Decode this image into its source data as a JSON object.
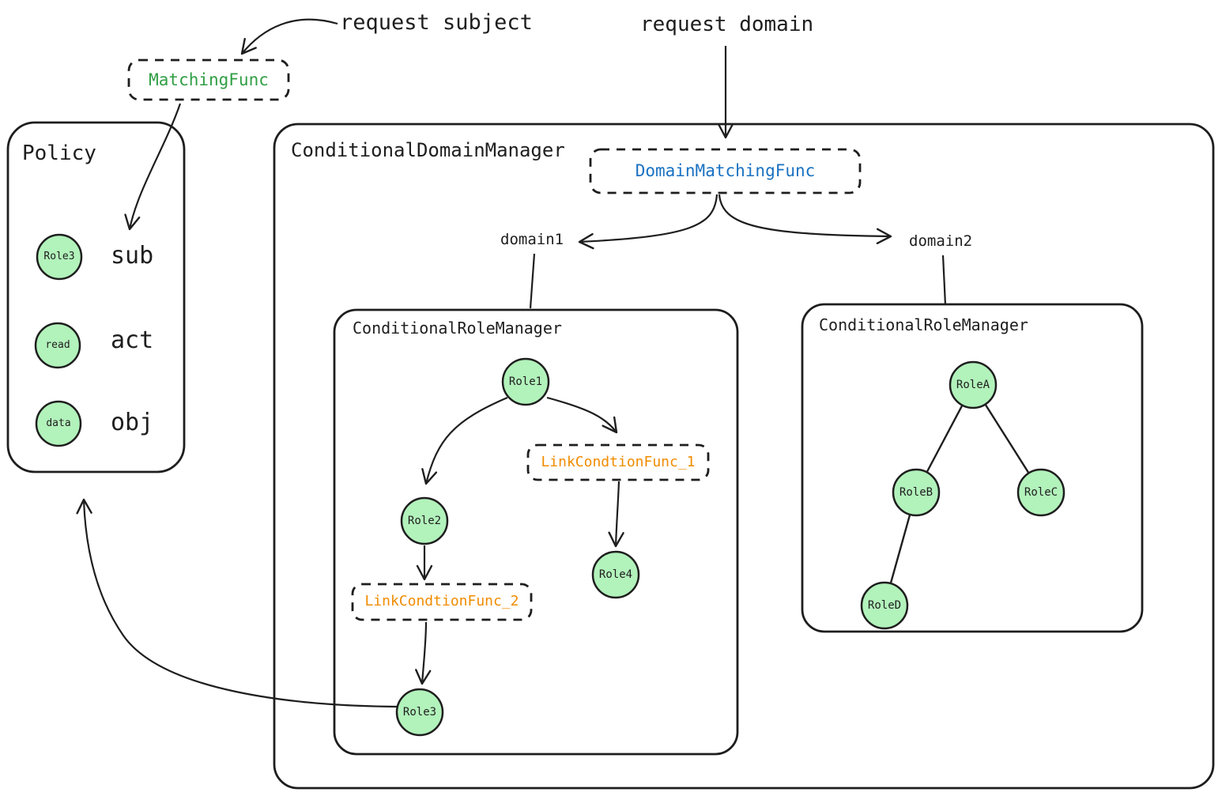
{
  "colors": {
    "stroke": "#1e1e1e",
    "node_fill": "#b2f2bb",
    "green_text": "#2f9e44",
    "blue_text": "#1971c2",
    "orange_text": "#f08c00"
  },
  "annotations": {
    "request_subject": "request subject",
    "request_domain": "request domain"
  },
  "matching_func": {
    "label": "MatchingFunc"
  },
  "policy": {
    "title": "Policy",
    "rows": [
      {
        "node": "Role3",
        "attr": "sub"
      },
      {
        "node": "read",
        "attr": "act"
      },
      {
        "node": "data",
        "attr": "obj"
      }
    ]
  },
  "domain_manager": {
    "title": "ConditionalDomainManager",
    "matching_func": "DomainMatchingFunc",
    "domains": {
      "left": "domain1",
      "right": "domain2"
    }
  },
  "role_manager_domain1": {
    "title": "ConditionalRoleManager",
    "roles": {
      "r1": "Role1",
      "r2": "Role2",
      "r3": "Role3",
      "r4": "Role4"
    },
    "link_func_1": "LinkCondtionFunc_1",
    "link_func_2": "LinkCondtionFunc_2"
  },
  "role_manager_domain2": {
    "title": "ConditionalRoleManager",
    "roles": {
      "a": "RoleA",
      "b": "RoleB",
      "c": "RoleC",
      "d": "RoleD"
    }
  }
}
